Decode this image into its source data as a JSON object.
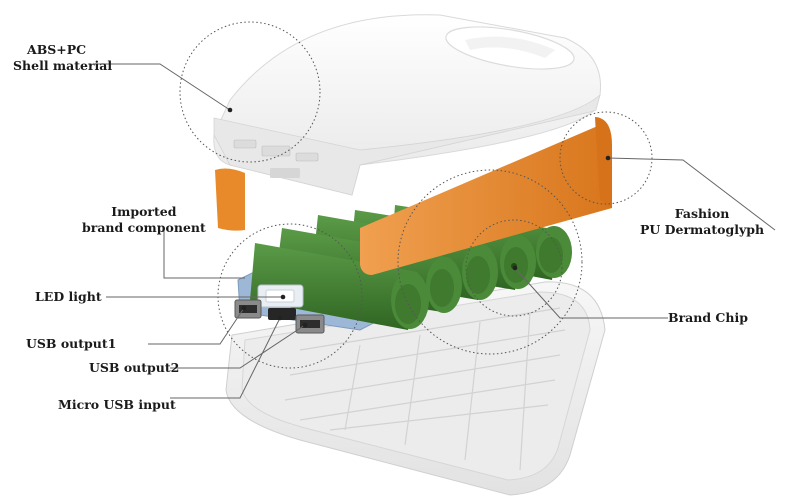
{
  "labels": {
    "shell": {
      "line1": "ABS+PC",
      "line2": "Shell material"
    },
    "component": {
      "line1": "Imported",
      "line2": "brand component"
    },
    "led": "LED light",
    "usb1": "USB output1",
    "usb2": "USB output2",
    "micro": "Micro USB input",
    "fashion": {
      "line1": "Fashion",
      "line2": "PU Dermatoglyph"
    },
    "chip": "Brand Chip"
  },
  "colors": {
    "shell": "#f3f3f3",
    "band": "#e88a2a",
    "battery": "#3f7a2f",
    "battery_top": "#5a9a46",
    "board": "#9db7d6",
    "leader": "#666666"
  }
}
